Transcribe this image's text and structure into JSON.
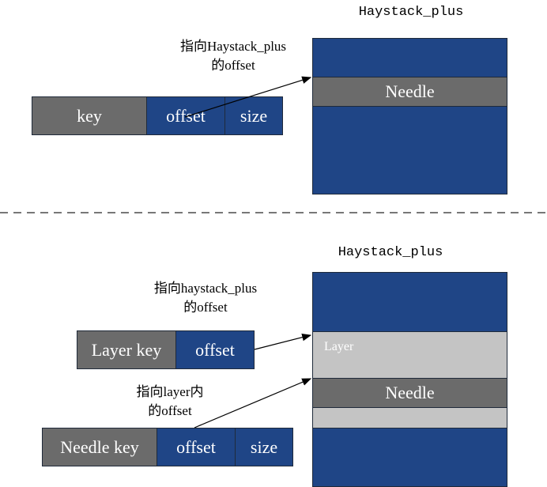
{
  "top": {
    "title": "Haystack_plus",
    "annotation_line1": "指向Haystack_plus",
    "annotation_line2": "的offset",
    "record": {
      "key": "key",
      "offset": "offset",
      "size": "size"
    },
    "needle": "Needle"
  },
  "bottom": {
    "title": "Haystack_plus",
    "annotation1_line1": "指向haystack_plus",
    "annotation1_line2": "的offset",
    "layer_record": {
      "key": "Layer key",
      "offset": "offset"
    },
    "annotation2_line1": "指向layer内",
    "annotation2_line2": "的offset",
    "needle_record": {
      "key": "Needle key",
      "offset": "offset",
      "size": "size"
    },
    "layer": "Layer",
    "needle": "Needle"
  },
  "colors": {
    "navy": "#1f4586",
    "gray": "#6b6b6b",
    "light": "#c4c4c4"
  }
}
